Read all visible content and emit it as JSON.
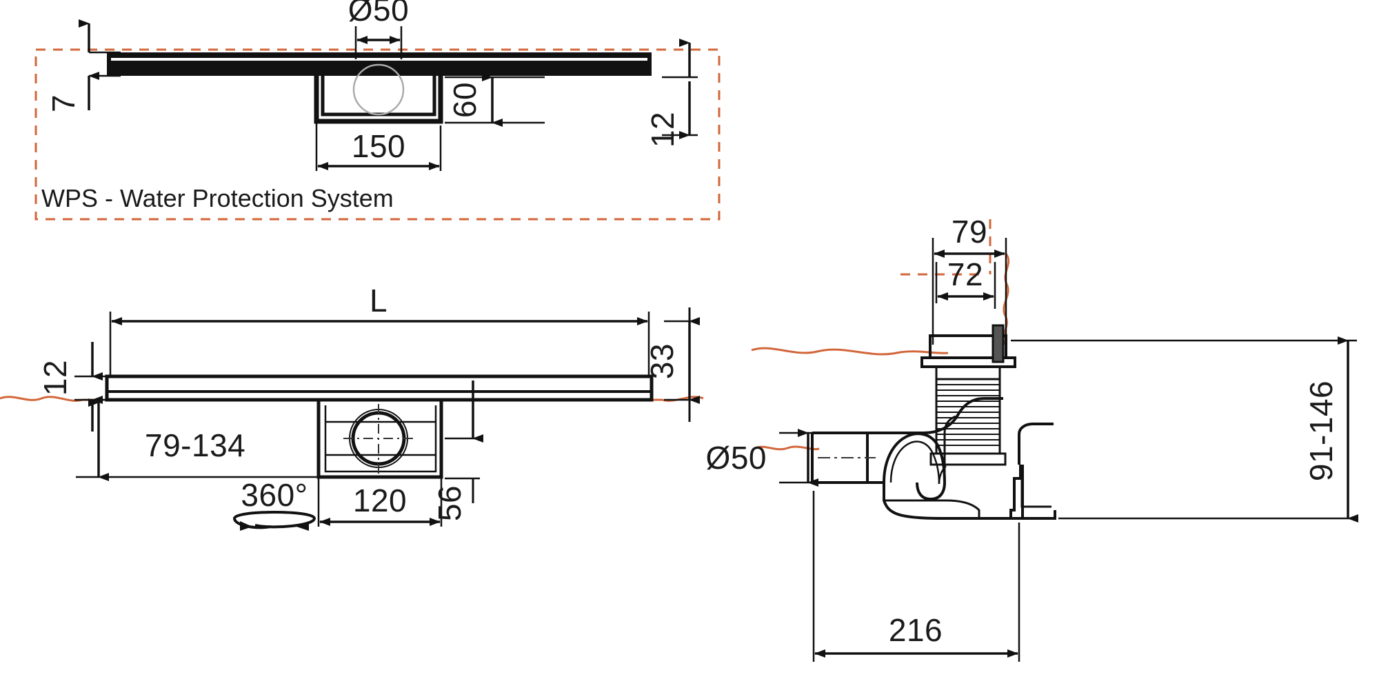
{
  "drawing": {
    "title": "Shower channel drain technical drawing",
    "units": "mm",
    "colors": {
      "line": "#111111",
      "thin": "#1a1a1a",
      "waterproof": "#d2663a",
      "fill_dark": "#111111",
      "background": "#ffffff"
    },
    "views": [
      {
        "id": "top-view",
        "name": "Cross section with WPS envelope",
        "note": "WPS - Water Protection System"
      },
      {
        "id": "front-view",
        "name": "Front elevation with length L"
      },
      {
        "id": "side-view",
        "name": "Siphon / drain body side elevation"
      }
    ],
    "dimensions": {
      "top_view": {
        "d50": "Ø50",
        "height_7": "7",
        "depth_60": "60",
        "width_150": "150",
        "height_12": "12",
        "wps_label": "WPS - Water Protection System"
      },
      "front_view": {
        "length_L": "L",
        "height_12": "12",
        "offset_33": "33",
        "range_79_134": "79-134",
        "rotation_360": "360°",
        "width_120": "120",
        "depth_56": "56"
      },
      "side_view": {
        "width_79": "79",
        "width_72": "72",
        "range_91_146": "91-146",
        "outlet_d50": "Ø50",
        "length_216": "216"
      }
    }
  }
}
